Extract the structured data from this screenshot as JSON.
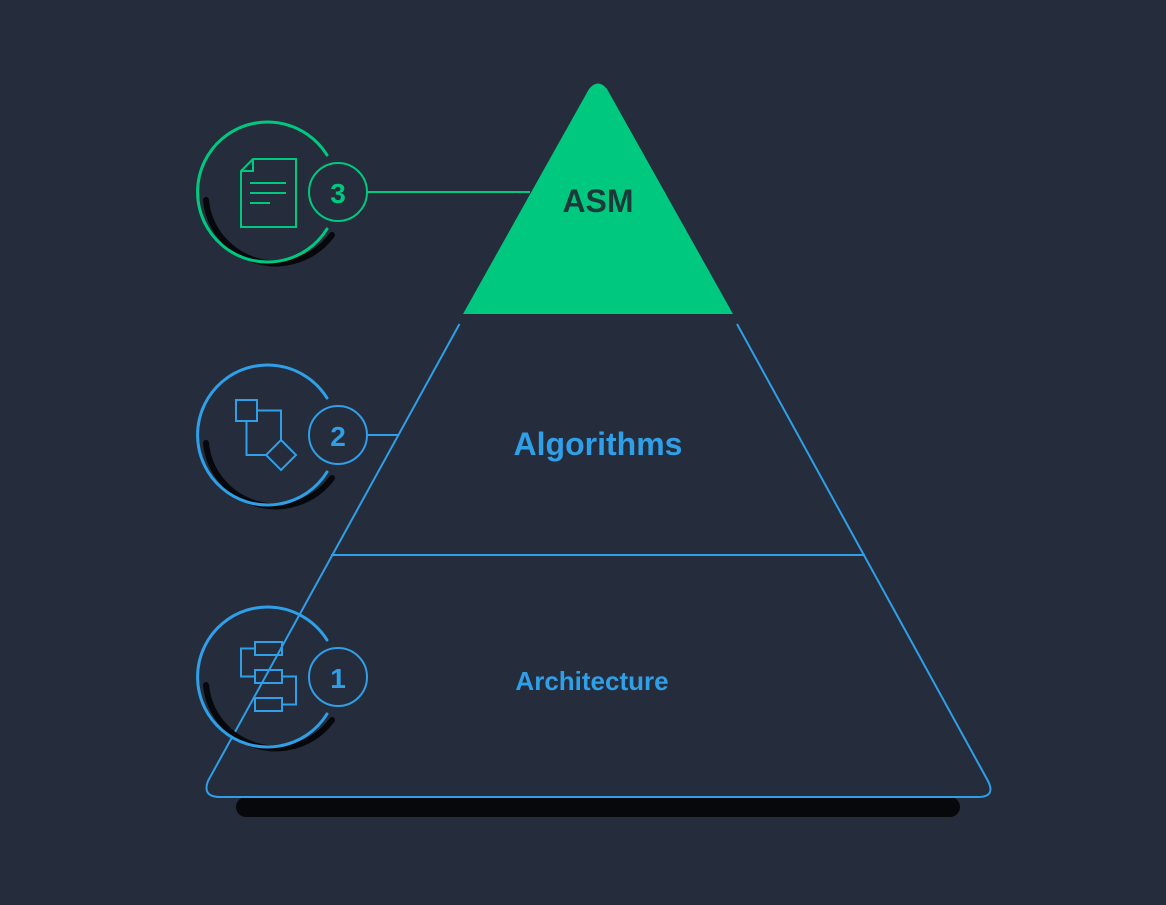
{
  "colors": {
    "background": "#252c3b",
    "green": "#00c97f",
    "blue": "#2f9fe8",
    "dark_text": "#1d3a3a",
    "shadow": "#06080c"
  },
  "levels": [
    {
      "number": "3",
      "label": "ASM",
      "icon": "document-icon",
      "color": "green"
    },
    {
      "number": "2",
      "label": "Algorithms",
      "icon": "flowchart-icon",
      "color": "blue"
    },
    {
      "number": "1",
      "label": "Architecture",
      "icon": "hierarchy-icon",
      "color": "blue"
    }
  ]
}
